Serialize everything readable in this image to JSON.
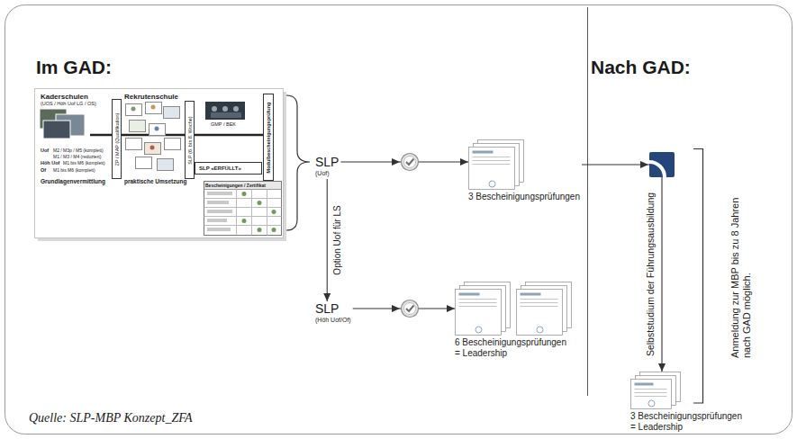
{
  "diagram": {
    "caption": "Quelle: SLP-MBP Konzept_ZFA",
    "nodes": [
      {
        "text": [
          "SLP",
          "(Uof)"
        ]
      },
      {
        "text": [
          "3 Bescheinigungsprüfungen"
        ]
      },
      {
        "text": [
          "SLP",
          "(Höh Uof/Of)"
        ]
      },
      {
        "text": [
          "6 Bescheinigungsprüfungen = Leadership"
        ]
      },
      {
        "text": [
          "3 Bescheinigungsprüfungen = Leadership"
        ]
      }
    ],
    "edges": [
      {
        "from": 0,
        "to": 1,
        "arrow": "to"
      },
      {
        "from": 0,
        "to": 2,
        "label": "Option Uof für LS",
        "arrow": "to"
      },
      {
        "from": 2,
        "to": 3,
        "arrow": "to"
      },
      {
        "from": 1,
        "to": 4,
        "label": "Selbststudium der Führungsausbildung",
        "arrow": "to"
      }
    ],
    "labels": [
      "Im GAD:",
      "Nach GAD:",
      "Kaderschulen",
      "(UOS / Höh Uof LG / OS)",
      "Rekrutenschule",
      "ZP / MAP (Qualifikation)",
      "SLP (6. bis 8. Woche)",
      "SLP «ERFÜLLT»",
      "Modulbescheinigungsprüfung",
      "GMP / BEK",
      "Uof",
      "M2 / M3p / M5 (komplett)",
      "M1 / M3 / M4 (reduziert)",
      "Höh Uof",
      "M1 bis M6 (komplett)",
      "Of",
      "M1 bis M6 (komplett)",
      "Grundlagenvermittlung",
      "praktische Umsetzung",
      "Bescheinigungen / Zertifikat",
      "Anmeldung zur MBP bis zu 8 Jahren nach GAD möglich."
    ]
  }
}
